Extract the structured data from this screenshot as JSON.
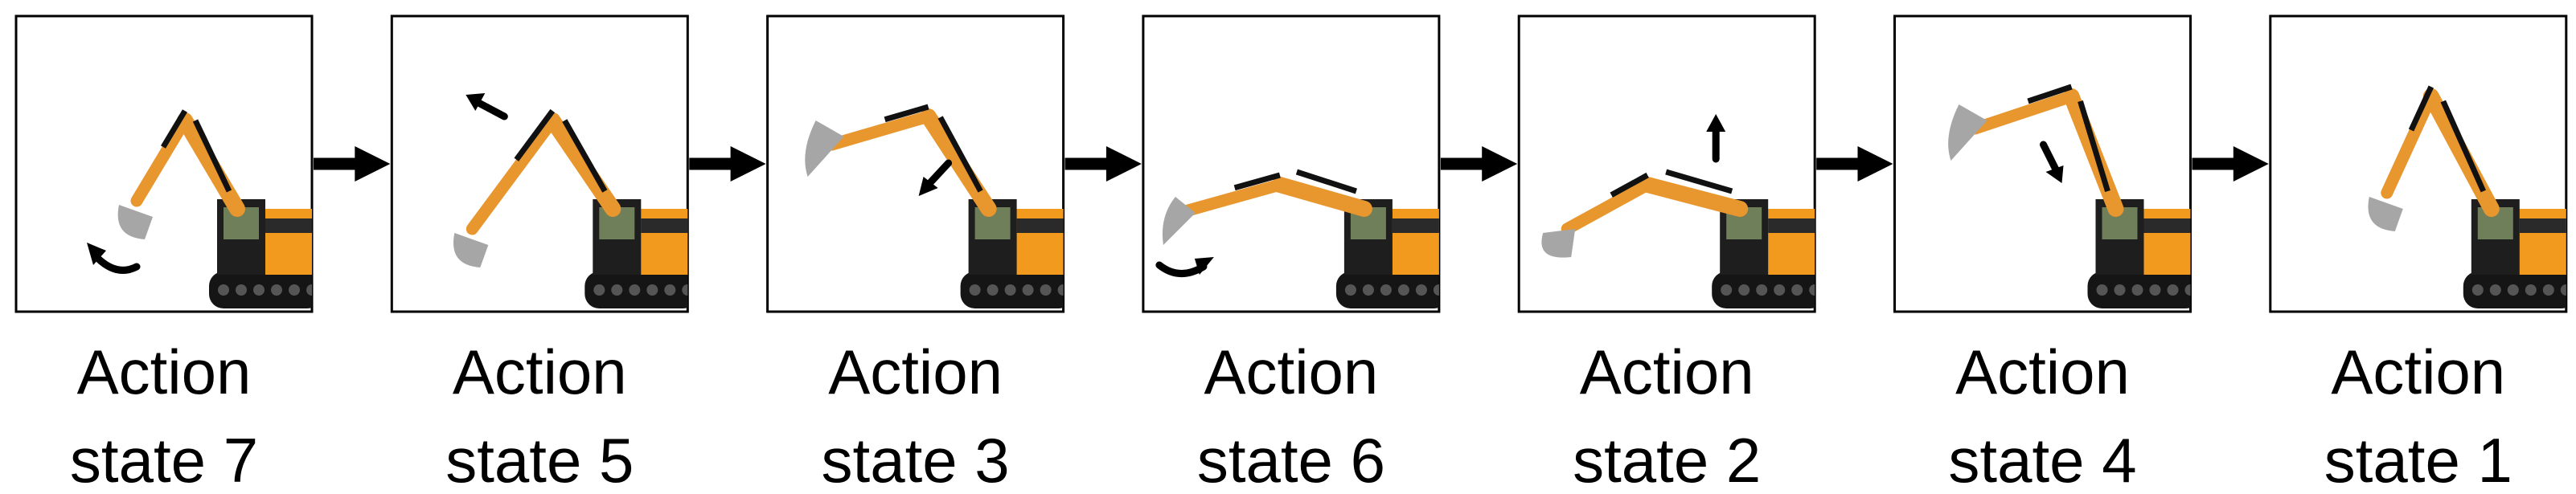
{
  "colors": {
    "arm": "#E8962E",
    "cab": "#F19A1E",
    "bucket": "#A6A6A6",
    "track": "#151515",
    "arrow": "#000000",
    "frame": "#000000"
  },
  "icons": {
    "excavator": "excavator-icon",
    "connector": "right-arrow-icon",
    "motion": "motion-arrow-icon"
  },
  "panels": [
    {
      "line1": "Action",
      "line2": "state 7",
      "motion": "curve-left"
    },
    {
      "line1": "Action",
      "line2": "state 5",
      "motion": "up-left"
    },
    {
      "line1": "Action",
      "line2": "state 3",
      "motion": "down-left"
    },
    {
      "line1": "Action",
      "line2": "state 6",
      "motion": "curve-right"
    },
    {
      "line1": "Action",
      "line2": "state 2",
      "motion": "up"
    },
    {
      "line1": "Action",
      "line2": "state 4",
      "motion": "down-right"
    },
    {
      "line1": "Action",
      "line2": "state 1",
      "motion": "none"
    }
  ]
}
